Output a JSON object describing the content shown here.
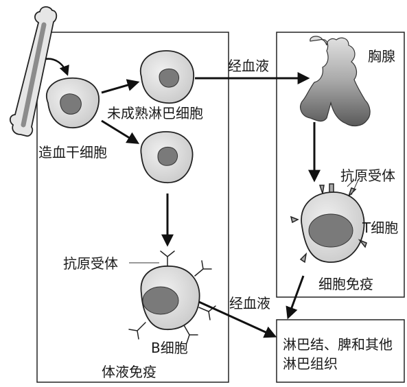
{
  "labels": {
    "hsc": "造血干细胞",
    "immature": "未成熟淋巴细胞",
    "via_blood_1": "经血液",
    "thymus": "胸腺",
    "receptor_t": "抗原受体",
    "t_cell": "T细胞",
    "cellular_immunity": "细胞免疫",
    "receptor_b": "抗原受体",
    "via_blood_2": "经血液",
    "b_cell": "B细胞",
    "humoral_immunity": "体液免疫",
    "lymph_organs": "淋巴结、脾和其他淋巴组织"
  },
  "colors": {
    "outline": "#222222",
    "cell_fill": "#dadada",
    "nucleus_fill": "#7a7a7a",
    "bone_fill": "#e6e6e6",
    "bone_marrow": "#8c8c8c",
    "thymus_dark": "#555555",
    "thymus_light": "#d0d0d0",
    "arrow": "#111111"
  }
}
